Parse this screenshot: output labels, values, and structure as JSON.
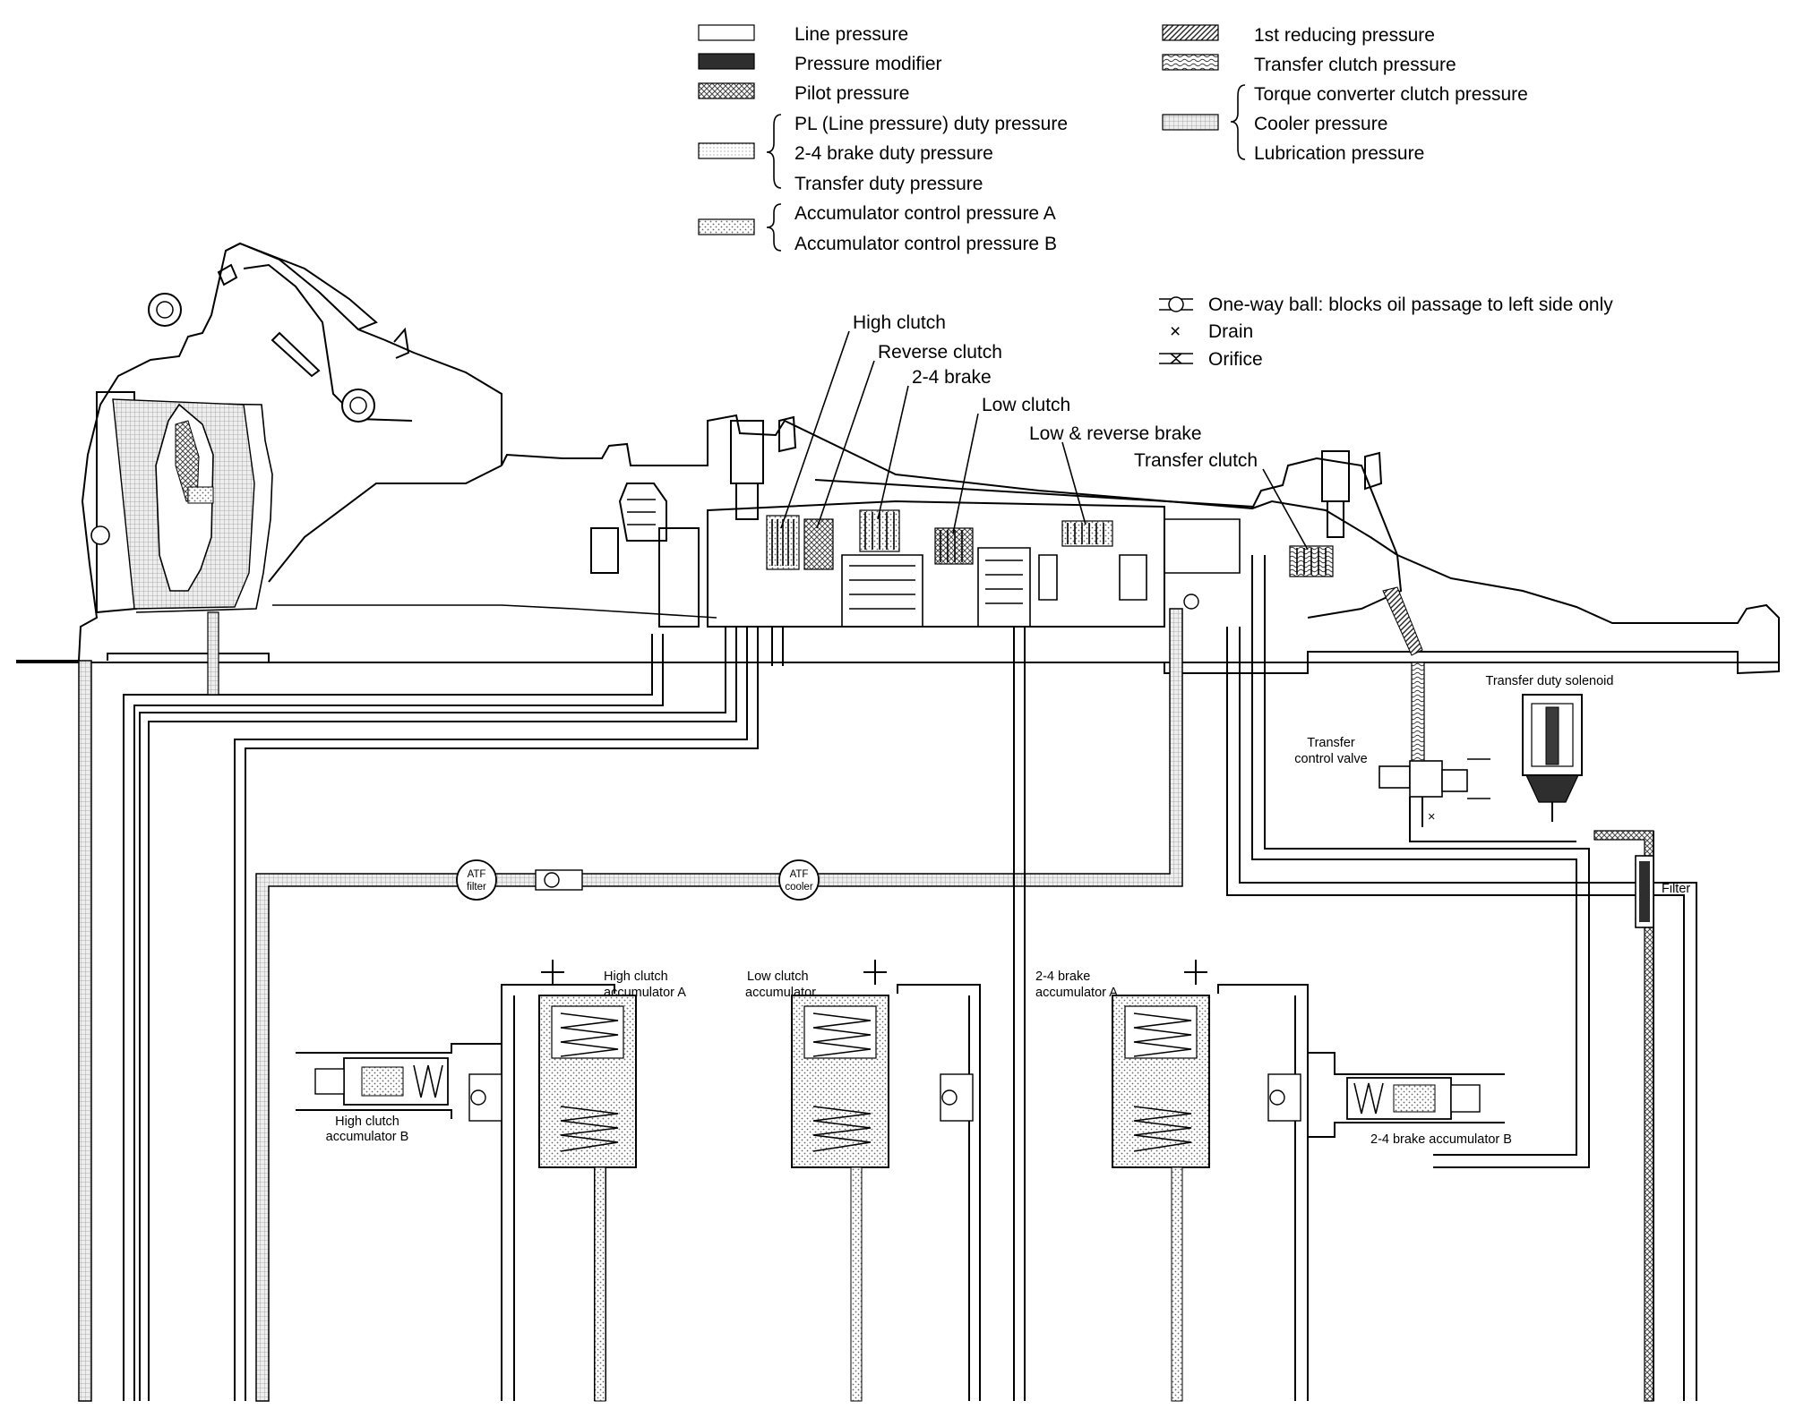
{
  "legend": {
    "line_pressure": "Line pressure",
    "pressure_modifier": "Pressure modifier",
    "pilot_pressure": "Pilot pressure",
    "pl_duty": "PL (Line pressure) duty pressure",
    "brake24_duty": "2-4 brake duty pressure",
    "transfer_duty": "Transfer duty pressure",
    "acc_ctrl_a": "Accumulator control pressure A",
    "acc_ctrl_b": "Accumulator control pressure B",
    "first_reducing": "1st reducing pressure",
    "transfer_clutch_pressure": "Transfer clutch pressure",
    "tcc_pressure": "Torque converter clutch pressure",
    "cooler_pressure": "Cooler pressure",
    "lubrication_pressure": "Lubrication pressure"
  },
  "symbols": {
    "one_way_ball": "One-way ball: blocks oil passage to left side only",
    "drain": "Drain",
    "orifice": "Orifice",
    "drain_glyph": "×"
  },
  "components": {
    "high_clutch": "High clutch",
    "reverse_clutch": "Reverse clutch",
    "brake_24": "2-4 brake",
    "low_clutch": "Low clutch",
    "low_reverse_brake": "Low & reverse brake",
    "transfer_clutch": "Transfer clutch",
    "transfer_duty_solenoid": "Transfer duty solenoid",
    "transfer_control_valve": [
      "Transfer",
      "control valve"
    ],
    "filter": "Filter",
    "atf_filter": [
      "ATF",
      "filter"
    ],
    "atf_cooler": [
      "ATF",
      "cooler"
    ],
    "high_clutch_acc_a": [
      "High clutch",
      "accumulator A"
    ],
    "high_clutch_acc_b": [
      "High clutch",
      "accumulator B"
    ],
    "low_clutch_acc": [
      "Low clutch",
      "accumulator"
    ],
    "brake24_acc_a": [
      "2-4 brake",
      "accumulator A"
    ],
    "brake24_acc_b": "2-4 brake accumulator B"
  },
  "colors": {
    "ink": "#000000",
    "paper": "#ffffff",
    "hatch_grey": "#9a9a9a",
    "light_grey": "#d8d8d8",
    "dark_fill": "#3a3a3a"
  }
}
